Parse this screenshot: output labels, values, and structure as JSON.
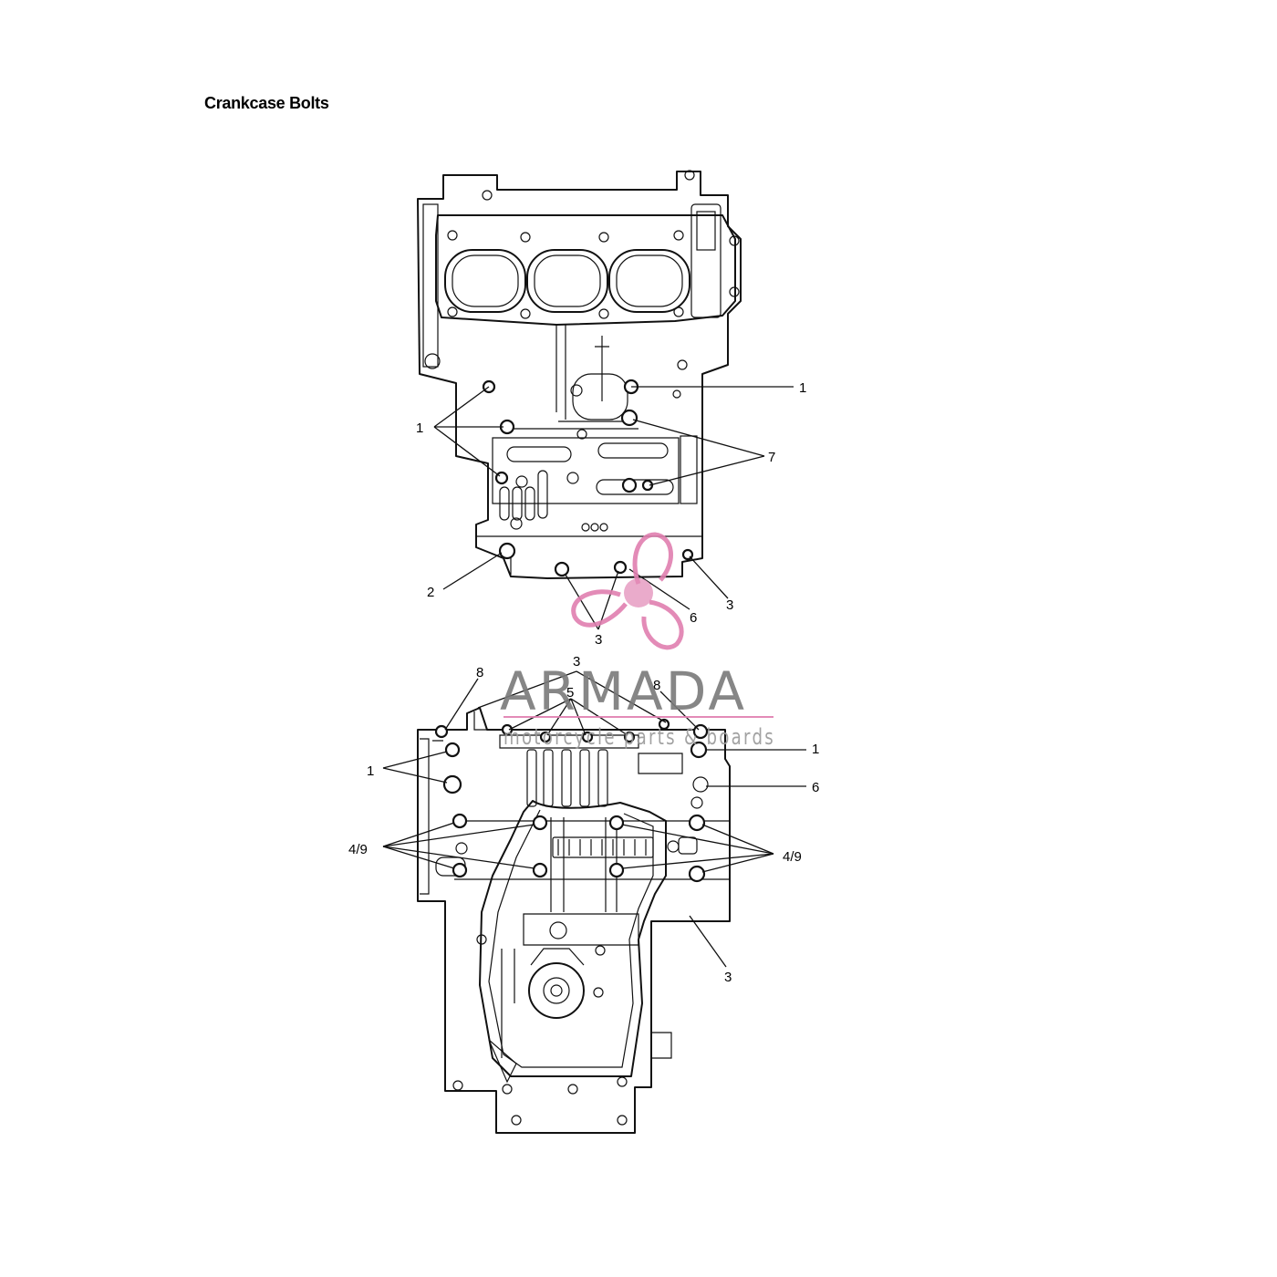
{
  "page": {
    "title": "Crankcase Bolts"
  },
  "watermark": {
    "brand": "ARMADA",
    "tagline": "motorcycle parts & boards",
    "colors": {
      "logo": "#e07fb0",
      "text": "#7a7a7a"
    }
  },
  "top_view": {
    "callouts": [
      {
        "id": "t1a",
        "label": "1"
      },
      {
        "id": "t1b",
        "label": "1"
      },
      {
        "id": "t7",
        "label": "7"
      },
      {
        "id": "t2",
        "label": "2"
      },
      {
        "id": "t3a",
        "label": "3"
      },
      {
        "id": "t3b",
        "label": "3"
      },
      {
        "id": "t6",
        "label": "6"
      }
    ]
  },
  "bottom_view": {
    "callouts": [
      {
        "id": "b8a",
        "label": "8"
      },
      {
        "id": "b3a",
        "label": "3"
      },
      {
        "id": "b5",
        "label": "5"
      },
      {
        "id": "b8b",
        "label": "8"
      },
      {
        "id": "b1a",
        "label": "1"
      },
      {
        "id": "b1b",
        "label": "1"
      },
      {
        "id": "b6",
        "label": "6"
      },
      {
        "id": "b49a",
        "label": "4/9"
      },
      {
        "id": "b49b",
        "label": "4/9"
      },
      {
        "id": "b3b",
        "label": "3"
      }
    ]
  }
}
